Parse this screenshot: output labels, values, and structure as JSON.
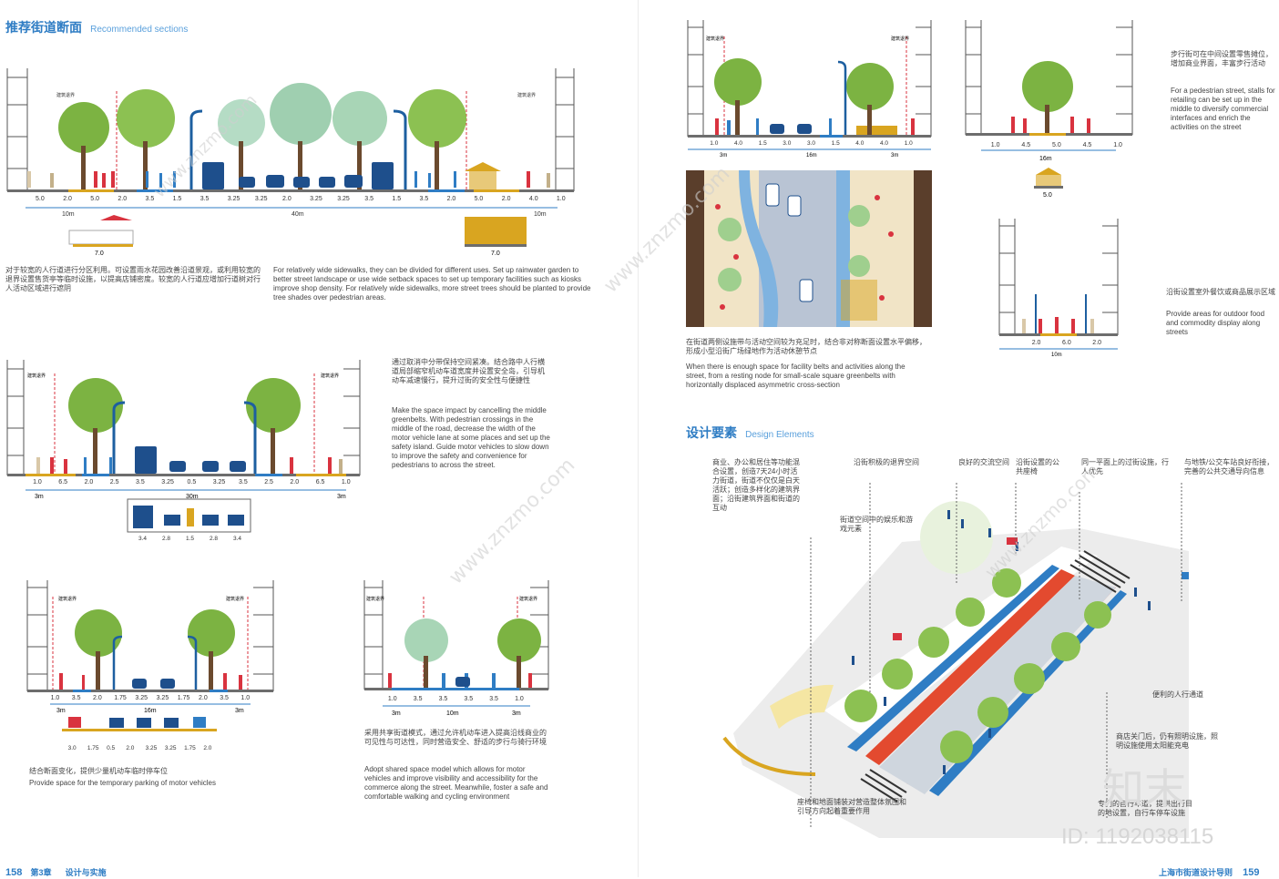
{
  "left_page": {
    "header": {
      "title_cn": "推荐街道断面",
      "title_en": "Recommended sections"
    },
    "section1": {
      "dims": [
        "5.0",
        "2.0",
        "5.0",
        "2.0",
        "3.5",
        "1.5",
        "3.5",
        "3.25",
        "3.25",
        "2.0",
        "3.25",
        "3.25",
        "3.5",
        "1.5",
        "3.5",
        "2.0",
        "5.0",
        "2.0",
        "4.0",
        "1.0"
      ],
      "left_width": "10m",
      "mid_width": "40m",
      "right_width": "10m",
      "inset_left": "7.0",
      "inset_right": "7.0",
      "text_cn": "对于较宽的人行道进行分区利用。可设置雨水花园改善沿道景观，或利用较宽的退界设置售货亭等临时设施，以提高店铺密度。较宽的人行道应增加行道树对行人活动区域进行遮阴",
      "text_en": "For relatively wide sidewalks, they can be divided for different uses. Set up rainwater garden to better street landscape or use wide setback spaces to set up temporary facilities such as kiosks improve shop density. For relatively wide sidewalks, more street trees should be planted to provide tree shades over pedestrian areas."
    },
    "section2": {
      "dims": [
        "1.0",
        "6.5",
        "2.0",
        "2.5",
        "3.5",
        "3.25",
        "0.5",
        "3.25",
        "3.5",
        "2.5",
        "2.0",
        "6.5",
        "1.0"
      ],
      "left_width": "3m",
      "mid_width": "30m",
      "right_width": "3m",
      "inset_dims": [
        "3.4",
        "2.8",
        "1.5",
        "2.8",
        "3.4"
      ],
      "text_cn": "通过取消中分带保持空间紧凑。结合路中人行横道局部缩窄机动车道宽度并设置安全岛，引导机动车减速慢行，提升过街的安全性与便捷性",
      "text_en": "Make the space impact by cancelling the middle greenbelts. With pedestrian crossings in the middle of the road, decrease the width of the motor vehicle lane at some places and set up the safety island. Guide motor vehicles to slow down to improve the safety and convenience for pedestrians to across the street."
    },
    "section3": {
      "dims": [
        "1.0",
        "3.5",
        "2.0",
        "1.75",
        "3.25",
        "3.25",
        "1.75",
        "2.0",
        "3.5",
        "1.0"
      ],
      "left_width": "3m",
      "mid_width": "16m",
      "right_width": "3m",
      "inset_dims": [
        "3.0",
        "1.75",
        "0.5",
        "2.0",
        "3.25",
        "3.25",
        "1.75",
        "2.0"
      ],
      "text_cn": "结合断面变化，提供少量机动车临时停车位",
      "text_en": "Provide space for the temporary parking of motor vehicles"
    },
    "section4": {
      "dims": [
        "1.0",
        "3.5",
        "3.5",
        "3.5",
        "3.5",
        "1.0"
      ],
      "left_width": "3m",
      "mid_width": "10m",
      "right_width": "3m",
      "text_cn": "采用共享街道模式，通过允许机动车进入提高沿线商业的可见性与可达性，同时营造安全、舒适的步行与骑行环境",
      "text_en": "Adopt shared space model which allows for motor vehicles and improve visibility and accessibility for the commerce along the street. Meanwhile, foster a safe and comfortable walking and cycling environment"
    },
    "setback_label": "建筑退界",
    "folio": {
      "number": "158",
      "chapter": "第3章",
      "section": "设计与实施"
    }
  },
  "right_page": {
    "section5": {
      "dims": [
        "1.0",
        "4.0",
        "1.5",
        "3.0",
        "3.0",
        "1.5",
        "4.0",
        "4.0",
        "1.0"
      ],
      "left_width": "3m",
      "mid_width": "16m",
      "right_width": "3m",
      "text_cn": "在街道两侧设施带与活动空间较为充足时，结合非对称断面设置水平偏移，形成小型沿街广场绿地作为活动休憩节点",
      "text_en": "When there is enough space for facility belts and activities along the street, from a resting node for small-scale square greenbelts with horizontally displaced asymmetric cross-section"
    },
    "section6": {
      "dims": [
        "1.0",
        "4.5",
        "5.0",
        "4.5",
        "1.0"
      ],
      "width": "16m",
      "inset": "5.0",
      "text_cn": "步行街可在中间设置零售摊位，增加商业界面，丰富步行活动",
      "text_en": "For a pedestrian street, stalls for retailing can be set up in the middle to diversify commercial interfaces and enrich the activities on the street"
    },
    "section7": {
      "dims": [
        "2.0",
        "6.0",
        "2.0"
      ],
      "width": "10m",
      "text_cn": "沿街设置室外餐饮或商品展示区域",
      "text_en": "Provide areas for outdoor food and commodity display along streets"
    },
    "design_elements": {
      "title_cn": "设计要素",
      "title_en": "Design Elements",
      "labels": [
        "商业、办公和居住等功能混合设置，创造7天24小时活力街道，街道不仅仅是白天活跃；创造多样化的建筑界面；沿街建筑界面和街道的互动",
        "沿街积极的退界空间",
        "良好的交流空间",
        "沿街设置的公共座椅",
        "同一平面上的过街设施，行人优先",
        "与地铁/公交车站良好衔接，完善的公共交通导向信息",
        "街道空间中的娱乐和游戏元素",
        "便利的人行通道",
        "商店关门后，仍有照明设施，照明设施使用太阳能充电",
        "座椅和地面铺装对营造整体氛围和引导方向起着重要作用",
        "专门的自行车道，提供出行目的地设置，自行车停车设施"
      ]
    },
    "folio": {
      "title": "上海市街道设计导则",
      "number": "159"
    }
  },
  "watermarks": {
    "site": "www.znzmo.com",
    "brand": "知末",
    "id": "ID: 1192038115"
  },
  "colors": {
    "accent_blue": "#2f7dc4",
    "tree_green": "#7cb342",
    "road_red": "#e34a2f",
    "lane_blue": "#2f7dc4",
    "setback_red": "#d9333f",
    "gold": "#d9a520"
  }
}
